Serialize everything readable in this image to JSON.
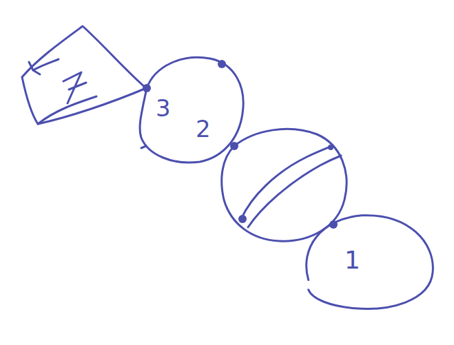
{
  "diagram": {
    "nodes": [
      {
        "text": [
          "1"
        ]
      }
    ],
    "labels": [
      "3",
      "2"
    ]
  }
}
